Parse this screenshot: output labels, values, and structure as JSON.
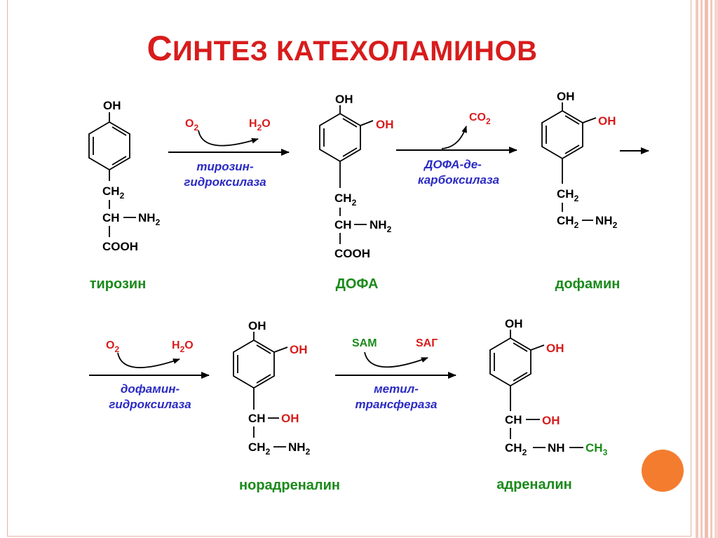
{
  "slide": {
    "title": "Синтез катехоламинов"
  },
  "colors": {
    "title": "#d81c1c",
    "compound_name": "#1a8a1a",
    "enzyme": "#2b2bc4",
    "reagent": "#d81c1c",
    "accent_circle": "#f47c2e",
    "side_stripes": "#e8b4a6"
  },
  "compounds": {
    "tyrosine": {
      "name": "тирозин",
      "groups": [
        "OH",
        "CH",
        "2",
        "CH",
        "NH",
        "2",
        "COOH"
      ]
    },
    "dopa": {
      "name": "ДОФА",
      "groups": [
        "OH",
        "OH",
        "CH",
        "2",
        "CH",
        "NH",
        "2",
        "COOH"
      ]
    },
    "dopamine": {
      "name": "дофамин",
      "groups": [
        "OH",
        "OH",
        "CH",
        "2",
        "CH",
        "2",
        "NH",
        "2"
      ]
    },
    "noradrenaline": {
      "name": "норадреналин",
      "groups": [
        "OH",
        "OH",
        "CH",
        "OH",
        "CH",
        "2",
        "NH",
        "2"
      ]
    },
    "adrenaline": {
      "name": "адреналин",
      "groups": [
        "OH",
        "OH",
        "CH",
        "OH",
        "CH",
        "2",
        "NH",
        "CH",
        "3"
      ]
    }
  },
  "reactions": {
    "r1": {
      "reagent_in": "O",
      "reagent_in_sub": "2",
      "reagent_out": "H",
      "reagent_out_sub": "2",
      "reagent_out_tail": "O",
      "enzyme_line1": "тирозин-",
      "enzyme_line2": "гидроксилаза"
    },
    "r2": {
      "reagent_out": "CO",
      "reagent_out_sub": "2",
      "enzyme_line1": "ДОФА-де-",
      "enzyme_line2": "карбоксилаза"
    },
    "r3": {
      "reagent_in": "O",
      "reagent_in_sub": "2",
      "reagent_out": "H",
      "reagent_out_sub": "2",
      "reagent_out_tail": "O",
      "enzyme_line1": "дофамин-",
      "enzyme_line2": "гидроксилаза"
    },
    "r4": {
      "reagent_in": "SAM",
      "reagent_out": "SAГ",
      "enzyme_line1": "метил-",
      "enzyme_line2": "трансфераза"
    }
  }
}
